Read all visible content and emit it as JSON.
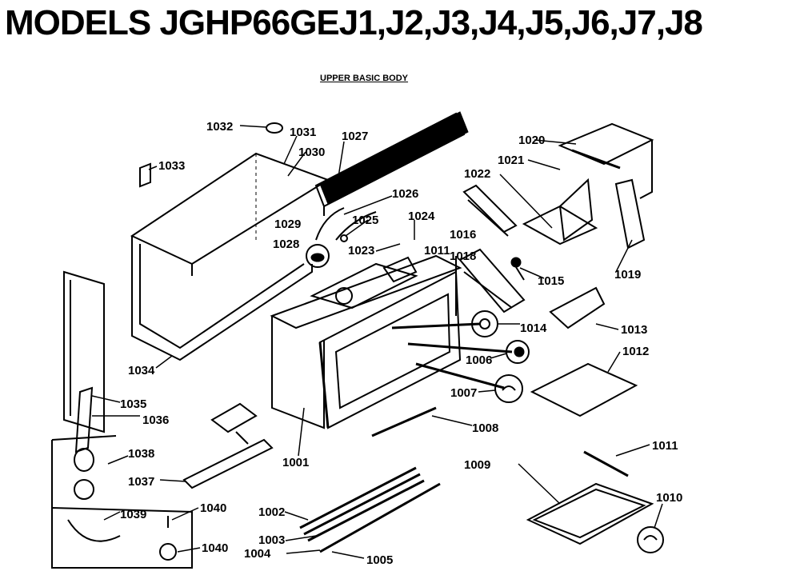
{
  "title": "MODELS JGHP66GEJ1,J2,J3,J4,J5,J6,J7,J8",
  "subtitle": "UPPER BASIC BODY",
  "labels": {
    "p1001": "1001",
    "p1002": "1002",
    "p1003": "1003",
    "p1004": "1004",
    "p1005": "1005",
    "p1006": "1006",
    "p1007": "1007",
    "p1008": "1008",
    "p1009": "1009",
    "p1010": "1010",
    "p1011": "1011",
    "p1012": "1012",
    "p1013": "1013",
    "p1014": "1014",
    "p1015": "1015",
    "p1016": "1016",
    "p1018": "1018",
    "p1019": "1019",
    "p1020": "1020",
    "p1021": "1021",
    "p1022": "1022",
    "p1023": "1023",
    "p1024": "1024",
    "p1025": "1025",
    "p1026": "1026",
    "p1027": "1027",
    "p1028": "1028",
    "p1029": "1029",
    "p1030": "1030",
    "p1031": "1031",
    "p1032": "1032",
    "p1033": "1033",
    "p1034": "1034",
    "p1035": "1035",
    "p1036": "1036",
    "p1037": "1037",
    "p1038": "1038",
    "p1039": "1039",
    "p1040a": "1040",
    "p1040b": "1040",
    "p1011b": "1011"
  }
}
